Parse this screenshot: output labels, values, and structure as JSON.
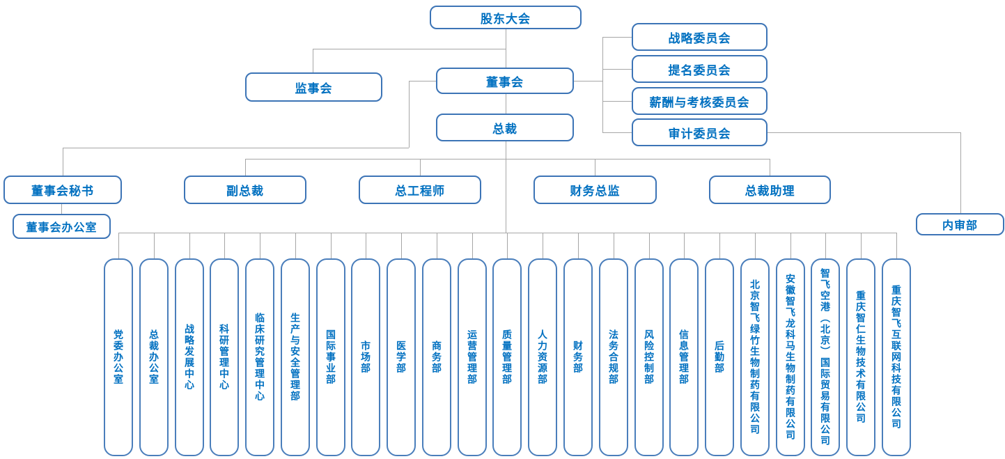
{
  "diagram": {
    "type": "org-chart",
    "nodes": {
      "shareholders_meeting": "股东大会",
      "supervisory_board": "监事会",
      "board_of_directors": "董事会",
      "president": "总裁",
      "board_office": "董事会办公室",
      "internal_audit_dept": "内审部"
    },
    "committees": [
      "战略委员会",
      "提名委员会",
      "薪酬与考核委员会",
      "审计委员会"
    ],
    "senior_roles": [
      "董事会秘书",
      "副总裁",
      "总工程师",
      "财务总监",
      "总裁助理"
    ],
    "departments": [
      "党委办公室",
      "总裁办公室",
      "战略发展中心",
      "科研管理中心",
      "临床研究管理中心",
      "生产与安全管理部",
      "国际事业部",
      "市场部",
      "医学部",
      "商务部",
      "运营管理部",
      "质量管理部",
      "人力资源部",
      "财务部",
      "法务合规部",
      "风险控制部",
      "信息管理部",
      "后勤部",
      "北京智飞绿竹生物制药有限公司",
      "安徽智飞龙科马生物制药有限公司",
      "智飞空港（北京）国际贸易有限公司",
      "重庆智仁生物技术有限公司",
      "重庆智飞互联网科技有限公司"
    ],
    "colors": {
      "box_border": "#3C74B6",
      "tall_box_border": "#4A7EBB",
      "text": "#0070C0",
      "connector": "#A6A6A6",
      "background": "#FFFFFF"
    }
  }
}
